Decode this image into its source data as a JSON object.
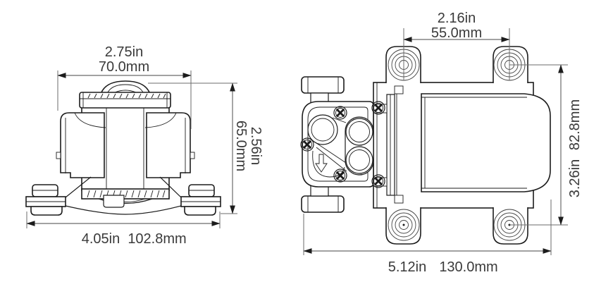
{
  "drawing": {
    "type": "technical-dimension-drawing",
    "subject": "diaphragm pump, front view and top view with dimensions"
  },
  "colors": {
    "outline": "#1c1c1c",
    "dimension_line": "#6b6b6b",
    "text": "#3a3a3a",
    "background": "#ffffff"
  },
  "front_view": {
    "top_width": {
      "in": "2.75in",
      "mm": "70.0mm"
    },
    "height": {
      "in": "2.56in",
      "mm": "65.0mm"
    },
    "base_width": {
      "in": "4.05in",
      "mm": "102.8mm"
    }
  },
  "top_view": {
    "bolt_spacing": {
      "in": "2.16in",
      "mm": "55.0mm"
    },
    "width": {
      "in": "3.26in",
      "mm": "82.8mm"
    },
    "length": {
      "in": "5.12in",
      "mm": "130.0mm"
    }
  }
}
